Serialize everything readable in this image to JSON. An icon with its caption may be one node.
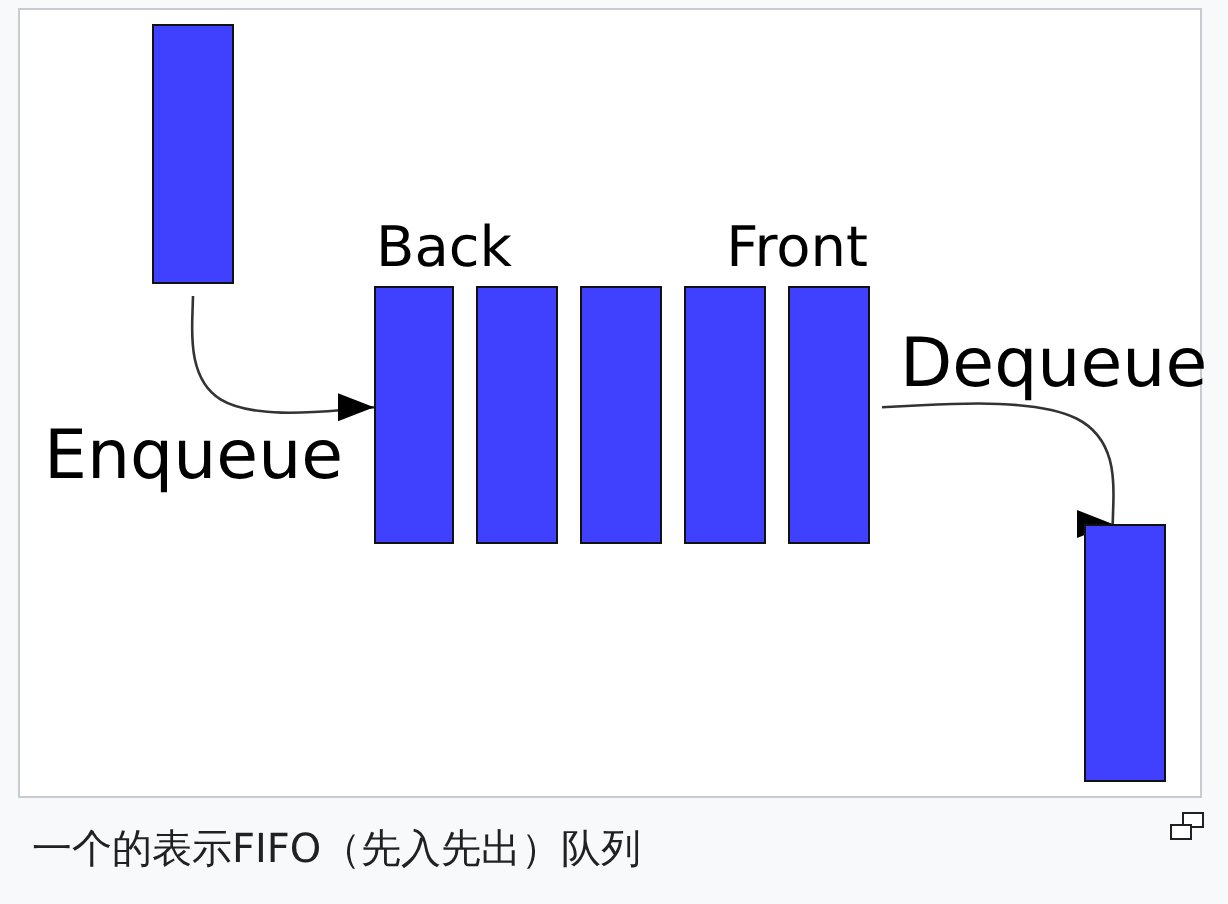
{
  "diagram": {
    "caption": "一个的表示FIFO（先入先出）队列",
    "nodes": [
      {
        "text": [],
        "shape": "box"
      },
      {
        "text": [],
        "shape": "box",
        "beside": [
          "Back"
        ]
      },
      {
        "text": [],
        "shape": "box"
      },
      {
        "text": [],
        "shape": "box"
      },
      {
        "text": [],
        "shape": "box"
      },
      {
        "text": [],
        "shape": "box",
        "beside": [
          "Front"
        ]
      },
      {
        "text": [],
        "shape": "box"
      }
    ],
    "edges": [
      {
        "from": 0,
        "to": 1,
        "arrow": "to",
        "label": "Enqueue"
      },
      {
        "from": 5,
        "to": 6,
        "arrow": "to",
        "label": "Dequeue"
      }
    ]
  }
}
